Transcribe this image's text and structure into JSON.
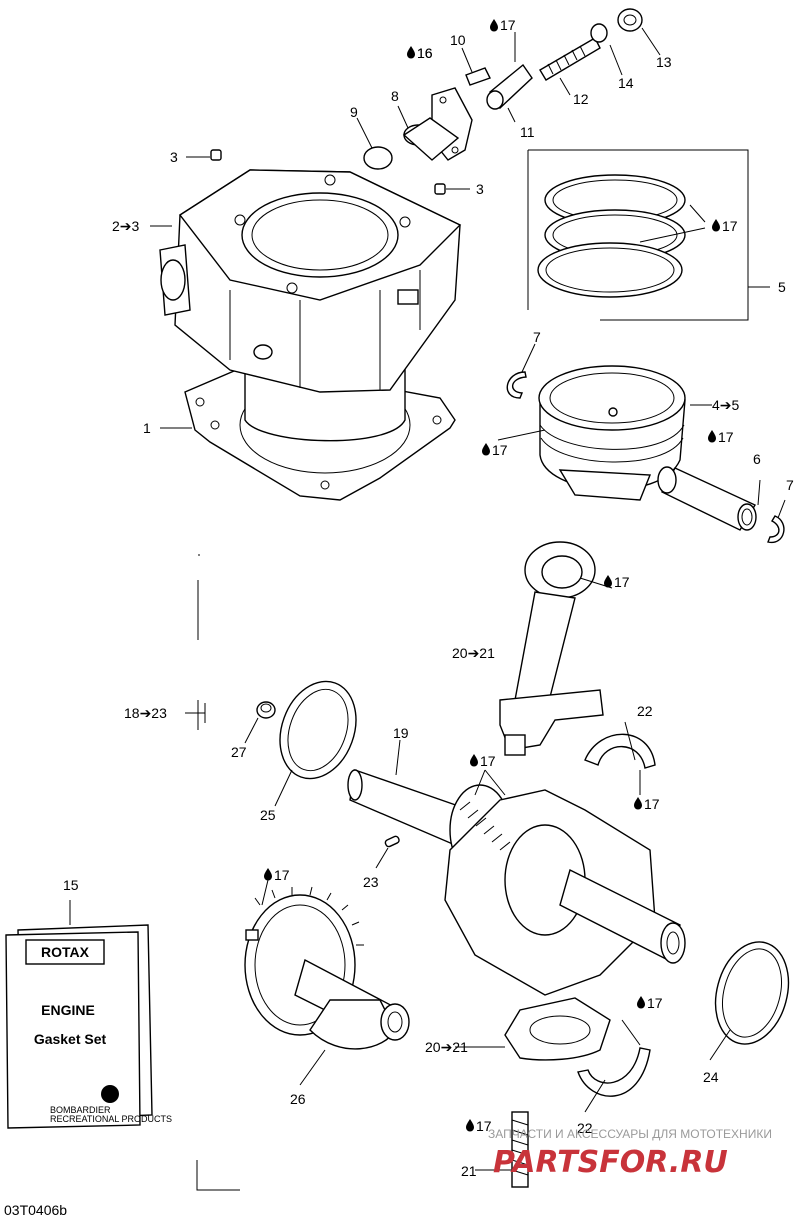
{
  "diagram_id": "03T0406b",
  "labels": {
    "p1": "1",
    "p2_3": "2➔3",
    "p3a": "3",
    "p3b": "3",
    "p4_5": "4➔5",
    "p5": "5",
    "p6": "6",
    "p7a": "7",
    "p7b": "7",
    "p8": "8",
    "p9": "9",
    "p10": "10",
    "p11": "11",
    "p12": "12",
    "p13": "13",
    "p14": "14",
    "p15": "15",
    "p16": "16",
    "p17_top": "17",
    "p17_rings": "17",
    "p17_piston": "17",
    "p17_pin": "17",
    "p17_rod": "17",
    "p17_crank": "17",
    "p17_bearing": "17",
    "p17_balancer": "17",
    "p17_lower": "17",
    "p17_stud": "17",
    "p18_23": "18➔23",
    "p19": "19",
    "p20_21a": "20➔21",
    "p20_21b": "20➔21",
    "p21": "21",
    "p22a": "22",
    "p22b": "22",
    "p23": "23",
    "p24": "24",
    "p25": "25",
    "p26": "26",
    "p27": "27"
  },
  "gasket_kit": {
    "brand": "ROTAX",
    "title": "ENGINE",
    "subtitle": "Gasket Set",
    "maker_line1": "BOMBARDIER",
    "maker_line2": "RECREATIONAL PRODUCTS"
  },
  "watermark": {
    "line1": "ЗАПЧАСТИ И АКСЕССУАРЫ ДЛЯ МОТОТЕХНИКИ",
    "logo": "PARTSFOR.RU"
  }
}
